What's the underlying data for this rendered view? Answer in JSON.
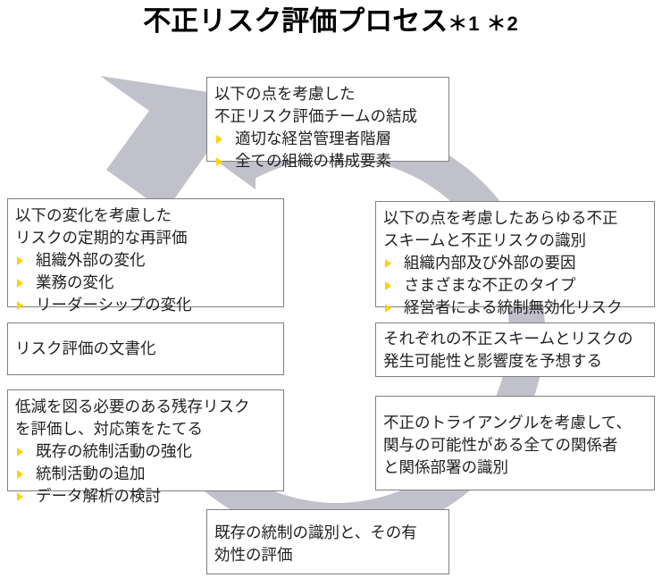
{
  "title": {
    "main": "不正リスク評価プロセス",
    "footnotes": "＊1 ＊2"
  },
  "colors": {
    "bullet": "#ffd200",
    "arrow": "#c0c1cb",
    "box_border": "#7f7f7f",
    "text": "#231f20",
    "background": "#ffffff"
  },
  "diagram": {
    "type": "cycle",
    "direction": "clockwise",
    "arrow_name": "circular-cycle-arrow",
    "steps": [
      {
        "id": "box-top",
        "position": "top",
        "lines": [
          "以下の点を考慮した",
          "不正リスク評価チームの結成"
        ],
        "bullets": [
          "適切な経営管理者階層",
          "全ての組織の構成要素"
        ]
      },
      {
        "id": "box-right-1",
        "position": "right-upper",
        "lines": [
          "以下の点を考慮したあらゆる不正",
          "スキームと不正リスクの識別"
        ],
        "bullets": [
          "組織内部及び外部の要因",
          "さまざまな不正のタイプ",
          "経営者による統制無効化リスク"
        ]
      },
      {
        "id": "box-right-2",
        "position": "right-middle",
        "lines": [
          "それぞれの不正スキームとリスクの",
          "発生可能性と影響度を予想する"
        ],
        "bullets": []
      },
      {
        "id": "box-right-3",
        "position": "right-lower",
        "lines": [
          "不正のトライアングルを考慮して、",
          "関与の可能性がある全ての関係者",
          "と関係部署の識別"
        ],
        "bullets": []
      },
      {
        "id": "box-bottom",
        "position": "bottom",
        "lines": [
          "既存の統制の識別と、その有",
          "効性の評価"
        ],
        "bullets": []
      },
      {
        "id": "box-left-3",
        "position": "left-lower",
        "lines": [
          "低減を図る必要のある残存リスク",
          "を評価し、対応策をたてる"
        ],
        "bullets": [
          "既存の統制活動の強化",
          "統制活動の追加",
          "データ解析の検討"
        ]
      },
      {
        "id": "box-left-2",
        "position": "left-middle",
        "lines": [
          "リスク評価の文書化"
        ],
        "bullets": []
      },
      {
        "id": "box-left-1",
        "position": "left-upper",
        "lines": [
          "以下の変化を考慮した",
          "リスクの定期的な再評価"
        ],
        "bullets": [
          "組織外部の変化",
          "業務の変化",
          "リーダーシップの変化"
        ]
      }
    ]
  }
}
